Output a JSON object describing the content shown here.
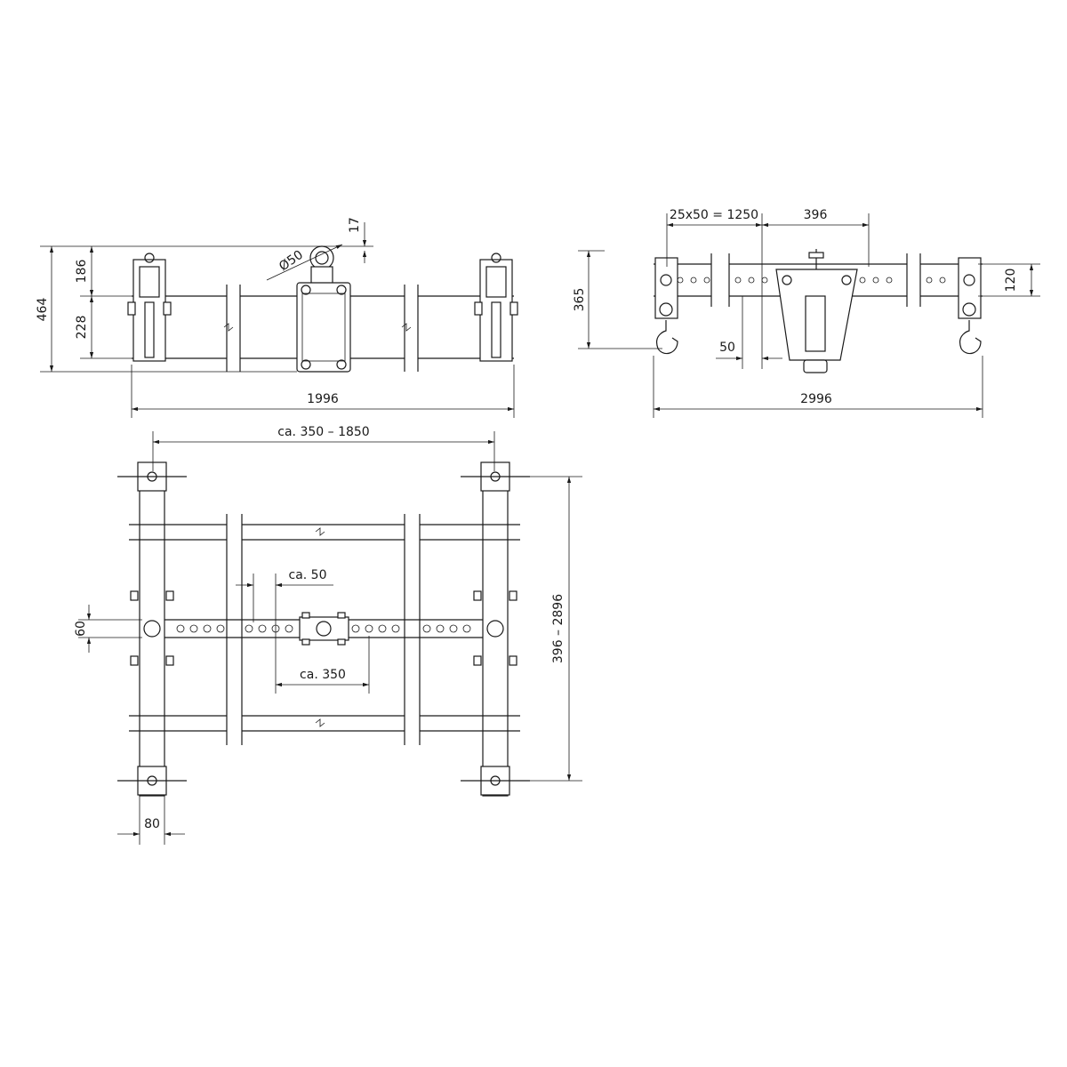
{
  "drawing": {
    "front_view": {
      "dims": {
        "total_height": "464",
        "upper_height": "186",
        "lower_height": "228",
        "ring_diameter": "Ø50",
        "ring_offset": "17",
        "length": "1996"
      }
    },
    "side_view": {
      "dims": {
        "hook_height": "365",
        "hole_pitch": "25x50 = 1250",
        "center_width": "396",
        "beam_height": "120",
        "hole_spacing": "50",
        "length": "2996"
      }
    },
    "top_view": {
      "dims": {
        "clamp_range": "ca. 350 – 1850",
        "hole_spacing": "ca. 50",
        "beam_width": "60",
        "center_span": "ca. 350",
        "width_range": "396 – 2896",
        "tube_width": "80"
      }
    }
  }
}
